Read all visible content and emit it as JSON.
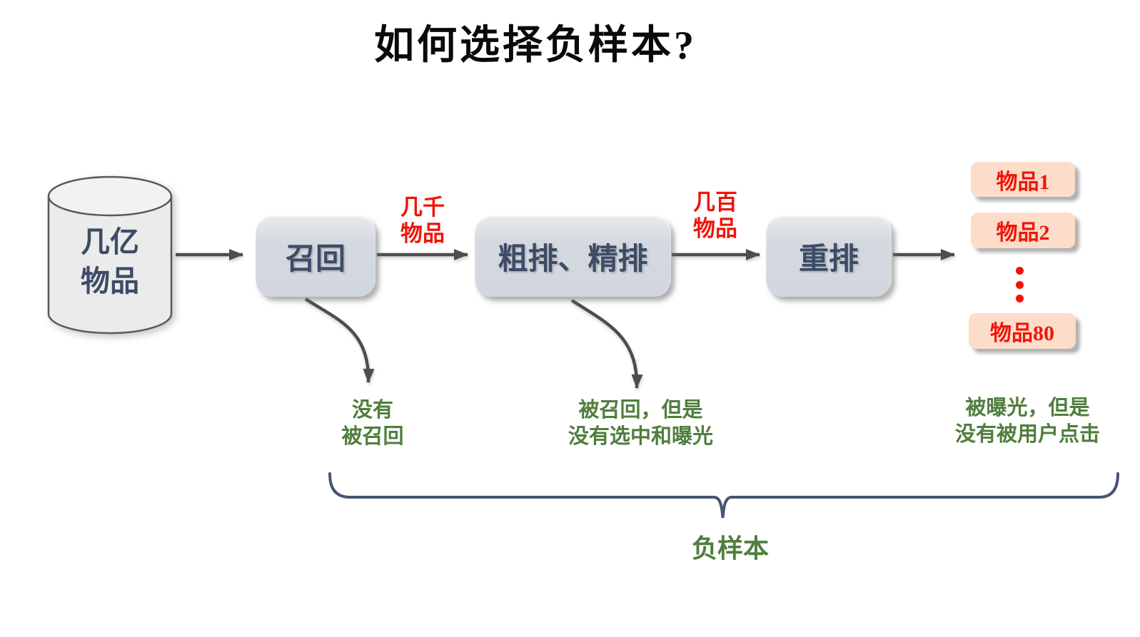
{
  "title": "如何选择负样本?",
  "source": {
    "label": "几亿\n物品"
  },
  "stages": [
    {
      "label": "召回"
    },
    {
      "label": "粗排、精排"
    },
    {
      "label": "重排"
    }
  ],
  "flow_labels": [
    {
      "label": "几千\n物品"
    },
    {
      "label": "几百\n物品"
    }
  ],
  "outputs": [
    {
      "label": "物品1"
    },
    {
      "label": "物品2"
    },
    {
      "label": "物品80"
    }
  ],
  "negative_notes": [
    {
      "label": "没有\n被召回"
    },
    {
      "label": "被召回，但是\n没有选中和曝光"
    },
    {
      "label": "被曝光，但是\n没有被用户点击"
    }
  ],
  "brace_label": "负样本",
  "colors": {
    "stage_text": "#3d4c66",
    "stage_bg": "#d4d8df",
    "flow_label_red": "#f01409",
    "output_bg": "#fbddc9",
    "note_green": "#4f7e3d",
    "arrow_gray": "#4d4d4d",
    "brace_slate": "#475571",
    "cylinder_bg": "#ebebeb"
  }
}
